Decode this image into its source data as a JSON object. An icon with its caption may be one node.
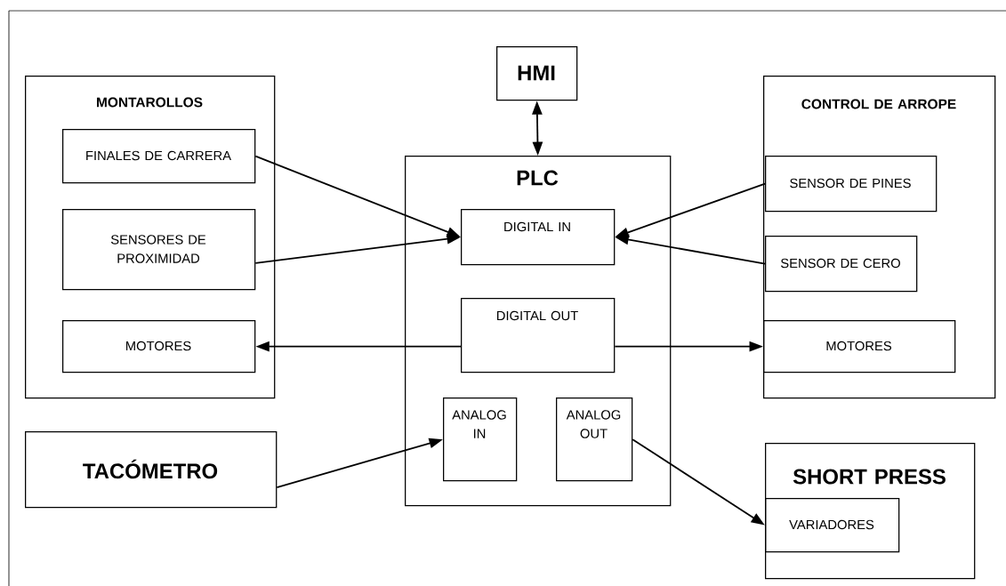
{
  "diagram": {
    "nodes": [
      {
        "text": [
          "MONTAROLLOS"
        ]
      },
      {
        "text": [
          "FINALES DE CARRERA"
        ],
        "in": 0
      },
      {
        "text": [
          "SENSORES DE PROXIMIDAD"
        ],
        "in": 0
      },
      {
        "text": [
          "MOTORES"
        ],
        "in": 0
      },
      {
        "text": [
          "HMI"
        ]
      },
      {
        "text": [
          "PLC"
        ]
      },
      {
        "text": [
          "DIGITAL IN"
        ],
        "in": 5
      },
      {
        "text": [
          "DIGITAL OUT"
        ],
        "in": 5
      },
      {
        "text": [
          "ANALOG IN"
        ],
        "in": 5
      },
      {
        "text": [
          "ANALOG OUT"
        ],
        "in": 5
      },
      {
        "text": [
          "CONTROL DE ARROPE"
        ]
      },
      {
        "text": [
          "SENSOR DE PINES"
        ],
        "in": 10
      },
      {
        "text": [
          "SENSOR DE CERO"
        ],
        "in": 10
      },
      {
        "text": [
          "MOTORES"
        ],
        "in": 10
      },
      {
        "text": [
          "TACÓMETRO"
        ]
      },
      {
        "text": [
          "SHORT PRESS"
        ]
      },
      {
        "text": [
          "VARIADORES"
        ],
        "in": 15
      }
    ],
    "edges": [
      {
        "from": 4,
        "to": 5,
        "arrow": "both"
      },
      {
        "from": 1,
        "to": 6,
        "arrow": "to"
      },
      {
        "from": 2,
        "to": 6,
        "arrow": "to"
      },
      {
        "from": 11,
        "to": 6,
        "arrow": "to"
      },
      {
        "from": 12,
        "to": 6,
        "arrow": "to"
      },
      {
        "from": 7,
        "to": 3,
        "arrow": "to"
      },
      {
        "from": 7,
        "to": 13,
        "arrow": "to"
      },
      {
        "from": 14,
        "to": 8,
        "arrow": "to"
      },
      {
        "from": 9,
        "to": 16,
        "arrow": "to"
      }
    ]
  }
}
